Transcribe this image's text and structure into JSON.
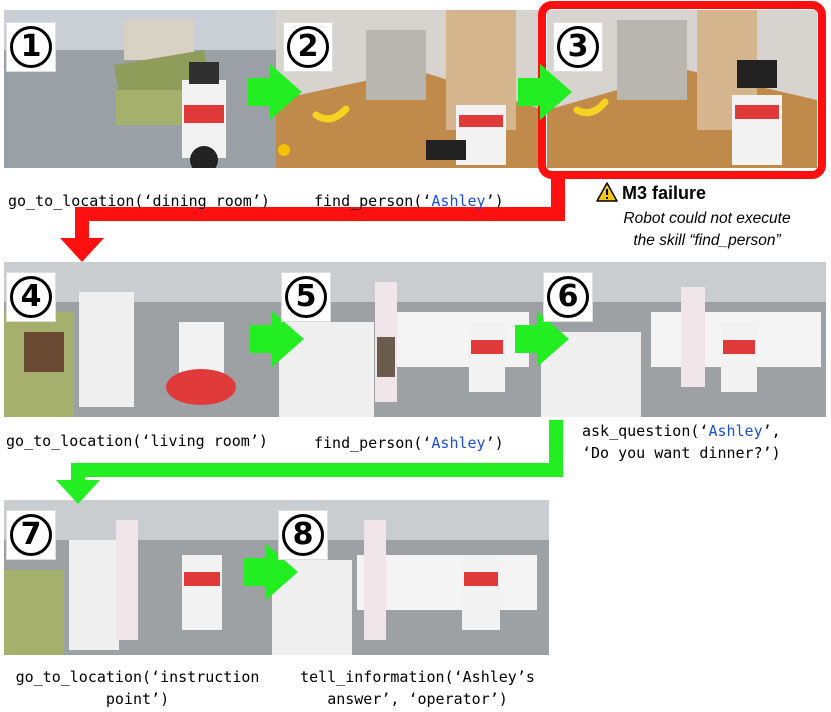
{
  "steps": [
    {
      "num": "1",
      "scene": "robot near sofa and table"
    },
    {
      "num": "2",
      "scene": "banana on table, robot approaching"
    },
    {
      "num": "3",
      "scene": "robot with banana, failure"
    },
    {
      "num": "4",
      "scene": "robot in living room"
    },
    {
      "num": "5",
      "scene": "person and robot"
    },
    {
      "num": "6",
      "scene": "person bending toward robot"
    },
    {
      "num": "7",
      "scene": "person near robot at instruction point"
    },
    {
      "num": "8",
      "scene": "person telling robot information"
    }
  ],
  "captions": {
    "c1": "go_to_location(‘dining room’)",
    "c2_pre": "find_person(‘",
    "c2_name": "Ashley",
    "c2_post": "’)",
    "c4": "go_to_location(‘living room’)",
    "c5_pre": "find_person(‘",
    "c5_name": "Ashley",
    "c5_post": "’)",
    "c6_l1_pre": "ask_question(‘",
    "c6_l1_name": "Ashley",
    "c6_l1_post": "’,",
    "c6_l2": "‘Do you want dinner?’)",
    "c7_l1": "go_to_location(‘instruction",
    "c7_l2": "point’)",
    "c8_l1": "tell_information(‘Ashley’s",
    "c8_l2": "answer’, ‘operator’)"
  },
  "failure": {
    "icon": "warning-icon",
    "title": "M3 failure",
    "desc_line1": "Robot could not execute",
    "desc_line2": "the skill “find_person”"
  },
  "colors": {
    "arrow_green": "#22ee22",
    "failure_red": "#ff1010",
    "name_blue": "#1a4fd6"
  }
}
